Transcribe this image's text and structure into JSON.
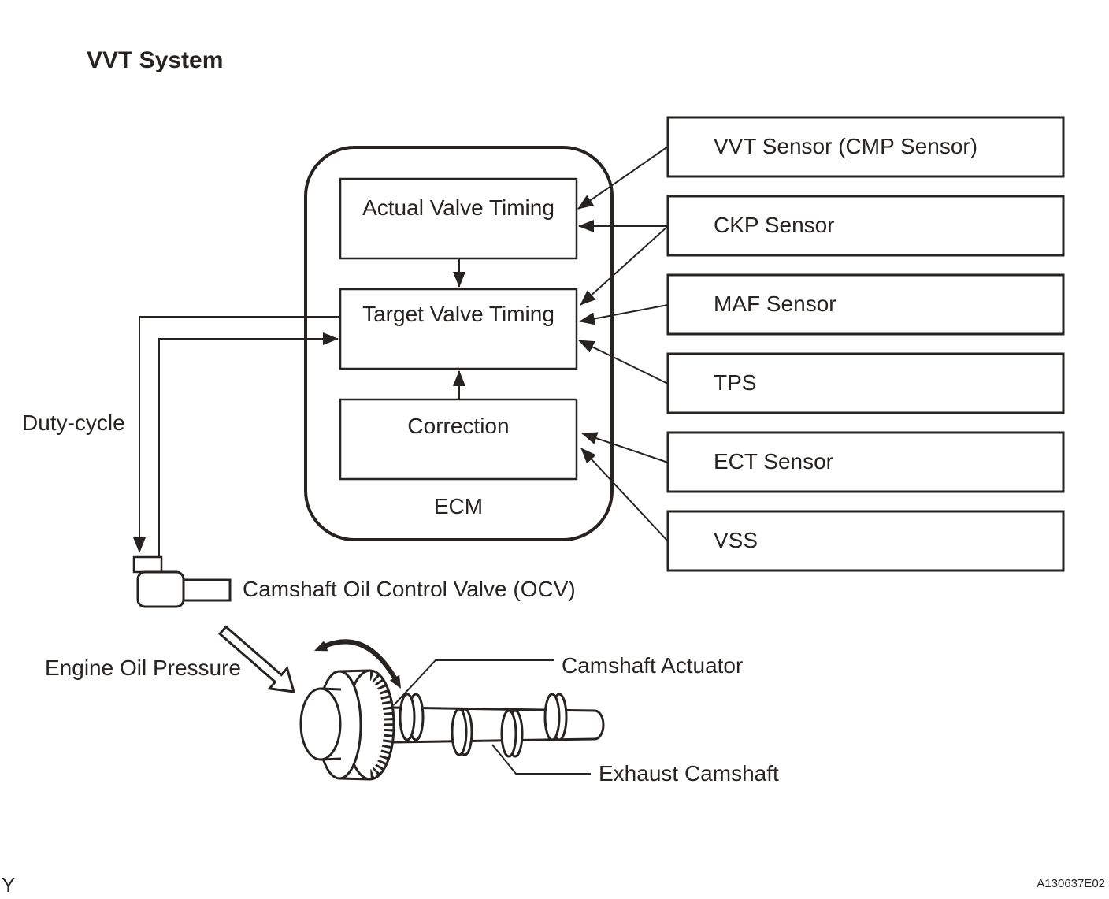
{
  "colors": {
    "ink": "#272321",
    "background": "#ffffff"
  },
  "title": "VVT System",
  "ecm": {
    "label": "ECM",
    "modules": [
      {
        "label": "Actual Valve Timing"
      },
      {
        "label": "Target Valve Timing"
      },
      {
        "label": "Correction"
      }
    ]
  },
  "sensors": [
    {
      "label": "VVT Sensor (CMP Sensor)"
    },
    {
      "label": "CKP Sensor"
    },
    {
      "label": "MAF Sensor"
    },
    {
      "label": "TPS"
    },
    {
      "label": "ECT Sensor"
    },
    {
      "label": "VSS"
    }
  ],
  "labels": {
    "duty_cycle": "Duty-cycle",
    "ocv": "Camshaft Oil Control Valve (OCV)",
    "engine_oil_pressure": "Engine Oil Pressure",
    "camshaft_actuator": "Camshaft Actuator",
    "exhaust_camshaft": "Exhaust Camshaft"
  },
  "icons": {
    "flow_arrow": "filled-triangle-arrowhead",
    "rotation_arrow": "curved-double-headed-arrow",
    "oil_pressure_arrow": "hollow-outline-arrow",
    "duty_cycle_down_arrow": "filled-triangle-arrowhead",
    "duty_cycle_right_arrow": "filled-triangle-arrowhead"
  },
  "footer": {
    "page_marker": "Y",
    "figure_code": "A130637E02"
  }
}
